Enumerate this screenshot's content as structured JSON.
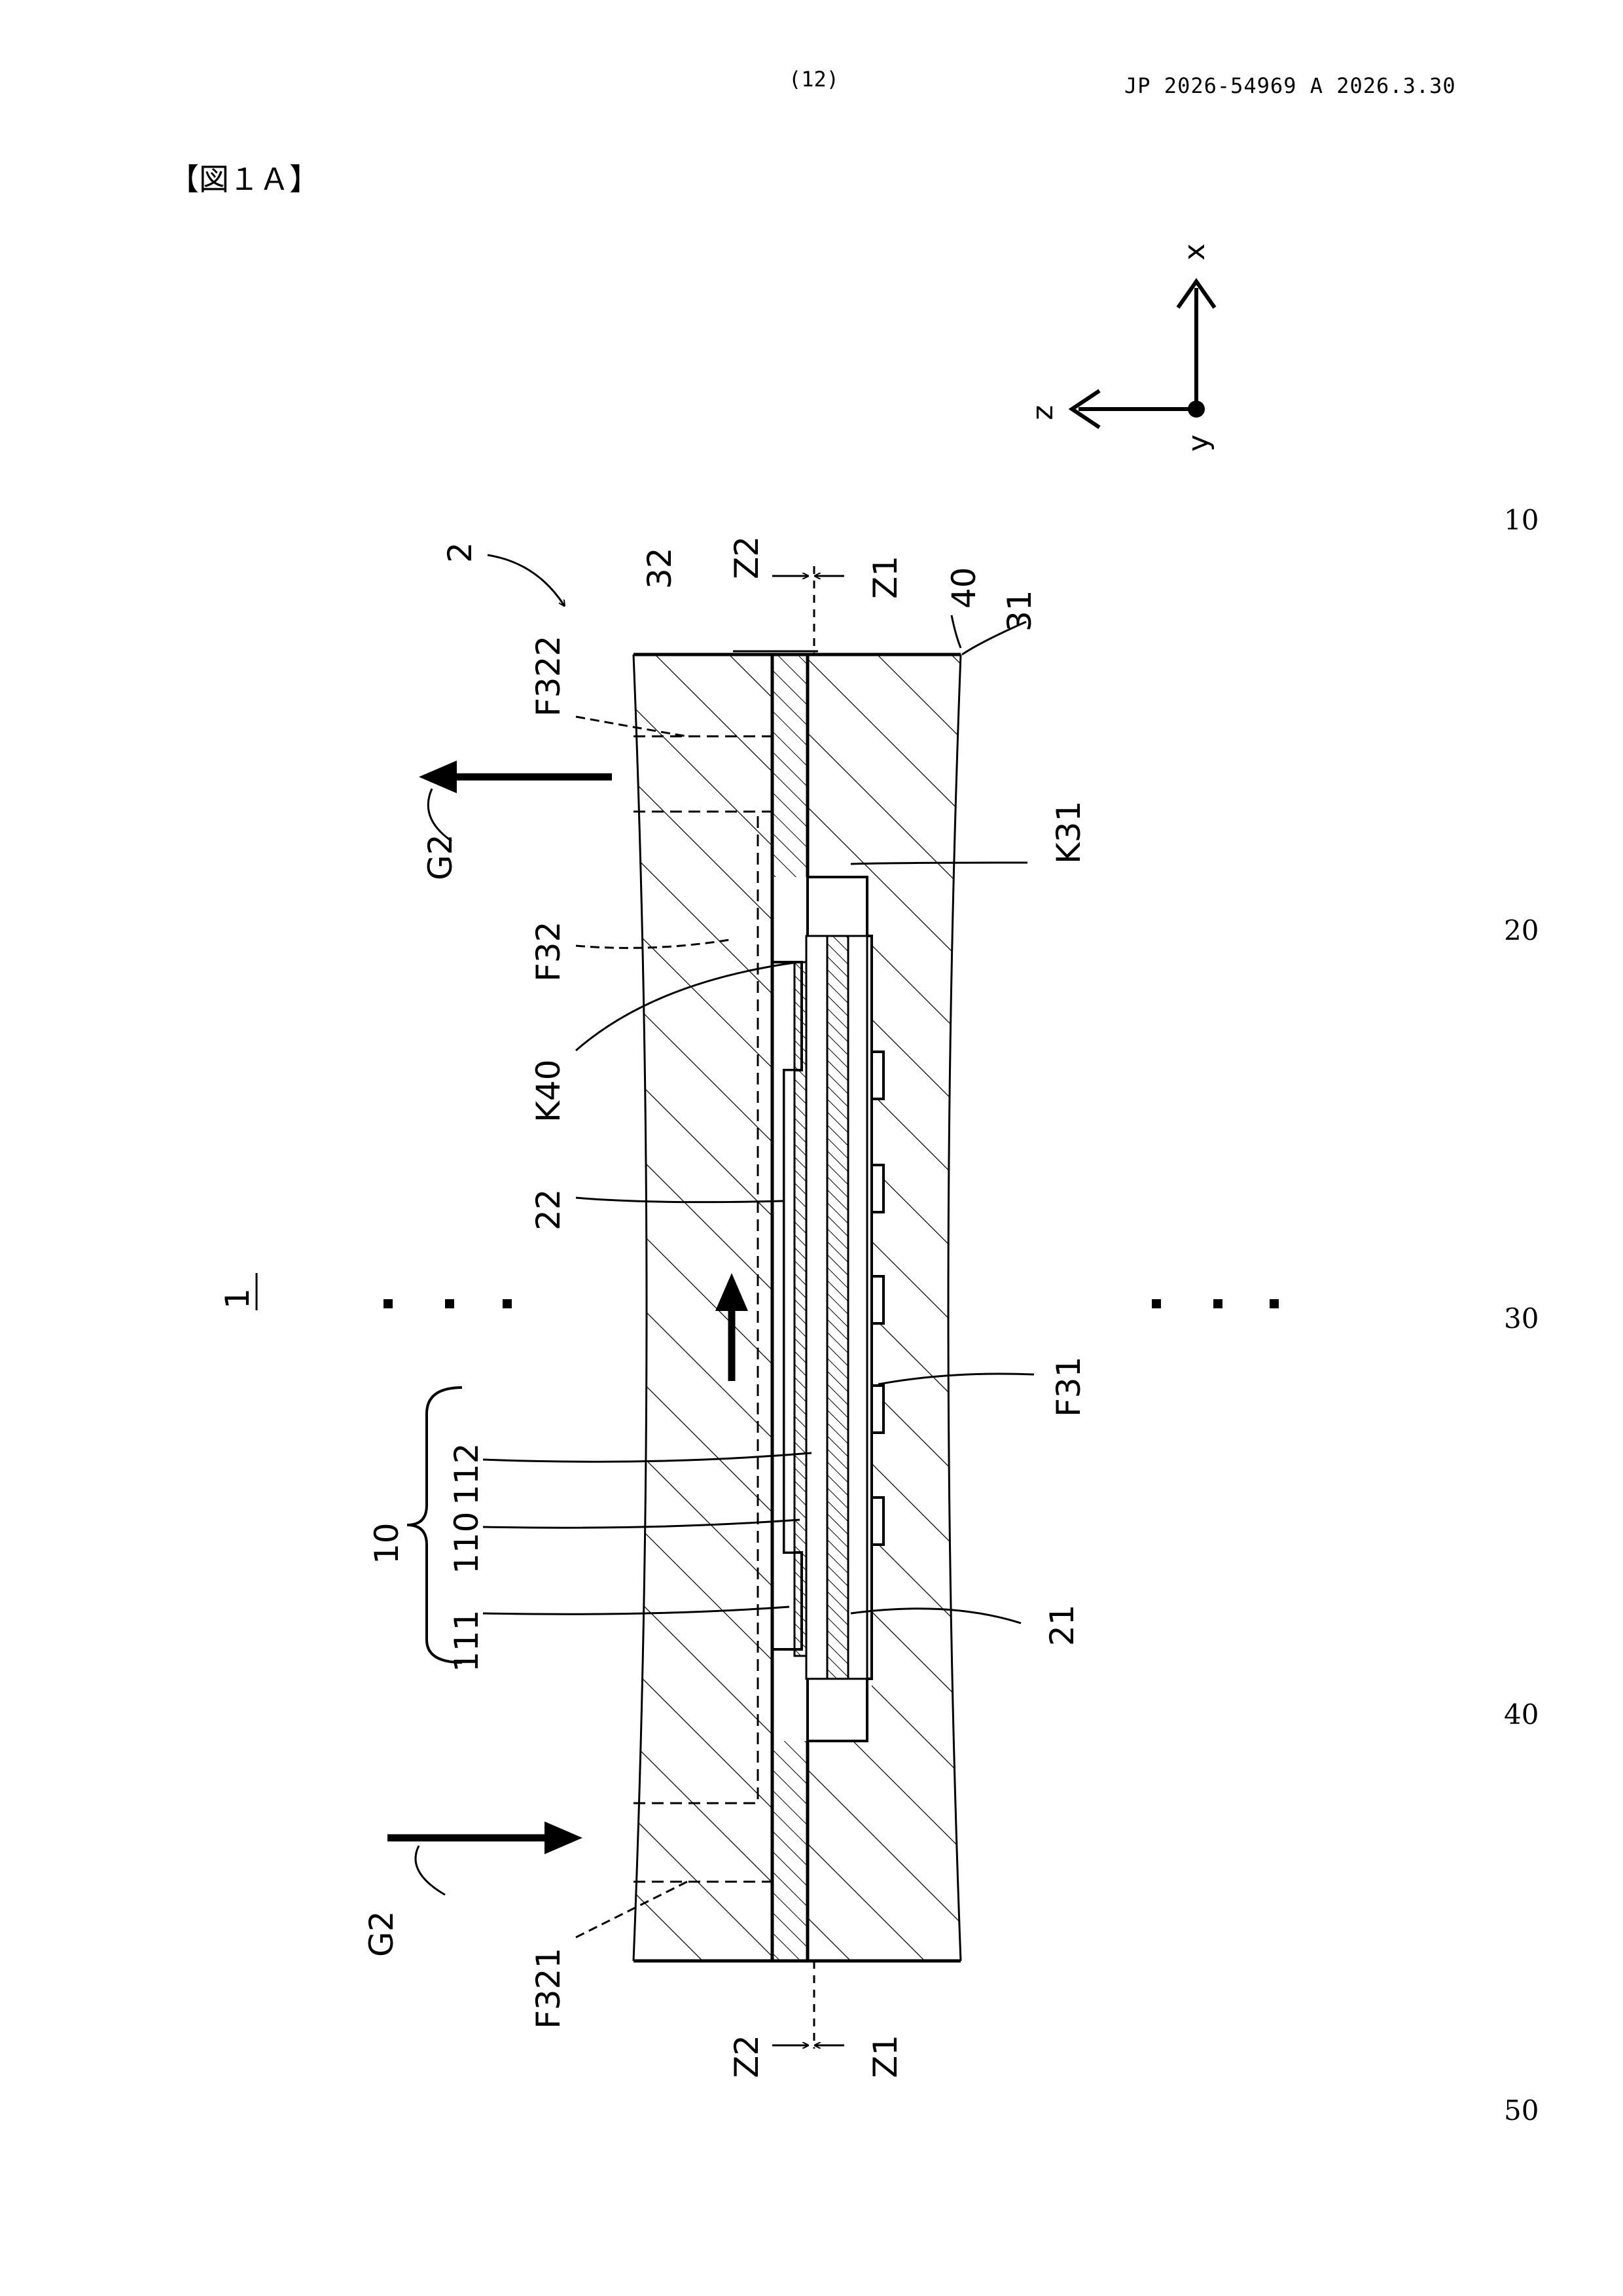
{
  "header": {
    "page_number": "(12)",
    "publication": "JP  2026-54969  A  2026.3.30"
  },
  "figure": {
    "title": "【図１Ａ】",
    "axes": {
      "x": "x",
      "z": "z",
      "y": "y"
    },
    "labels": {
      "assembly": "1",
      "device": "2",
      "part_32": "32",
      "part_31": "31",
      "part_40": "40",
      "z1_top": "Z1",
      "z2_top": "Z2",
      "z1_bottom": "Z1",
      "z2_bottom": "Z2",
      "f322": "F322",
      "f321": "F321",
      "f32": "F32",
      "f31": "F31",
      "k31": "K31",
      "k40": "K40",
      "g2_top": "G2",
      "g2_bottom": "G2",
      "part_22": "22",
      "part_21": "21",
      "group_10": "10",
      "part_112": "112",
      "part_110": "110",
      "part_111": "111"
    }
  },
  "line_numbers": [
    "10",
    "20",
    "30",
    "40",
    "50"
  ]
}
